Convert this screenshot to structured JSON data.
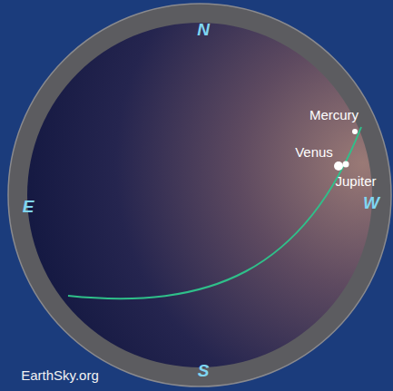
{
  "diagram": {
    "labels": [
      "N",
      "Mercury",
      "Venus",
      "Jupiter",
      "E",
      "W",
      "S",
      "EarthSky.org"
    ]
  }
}
